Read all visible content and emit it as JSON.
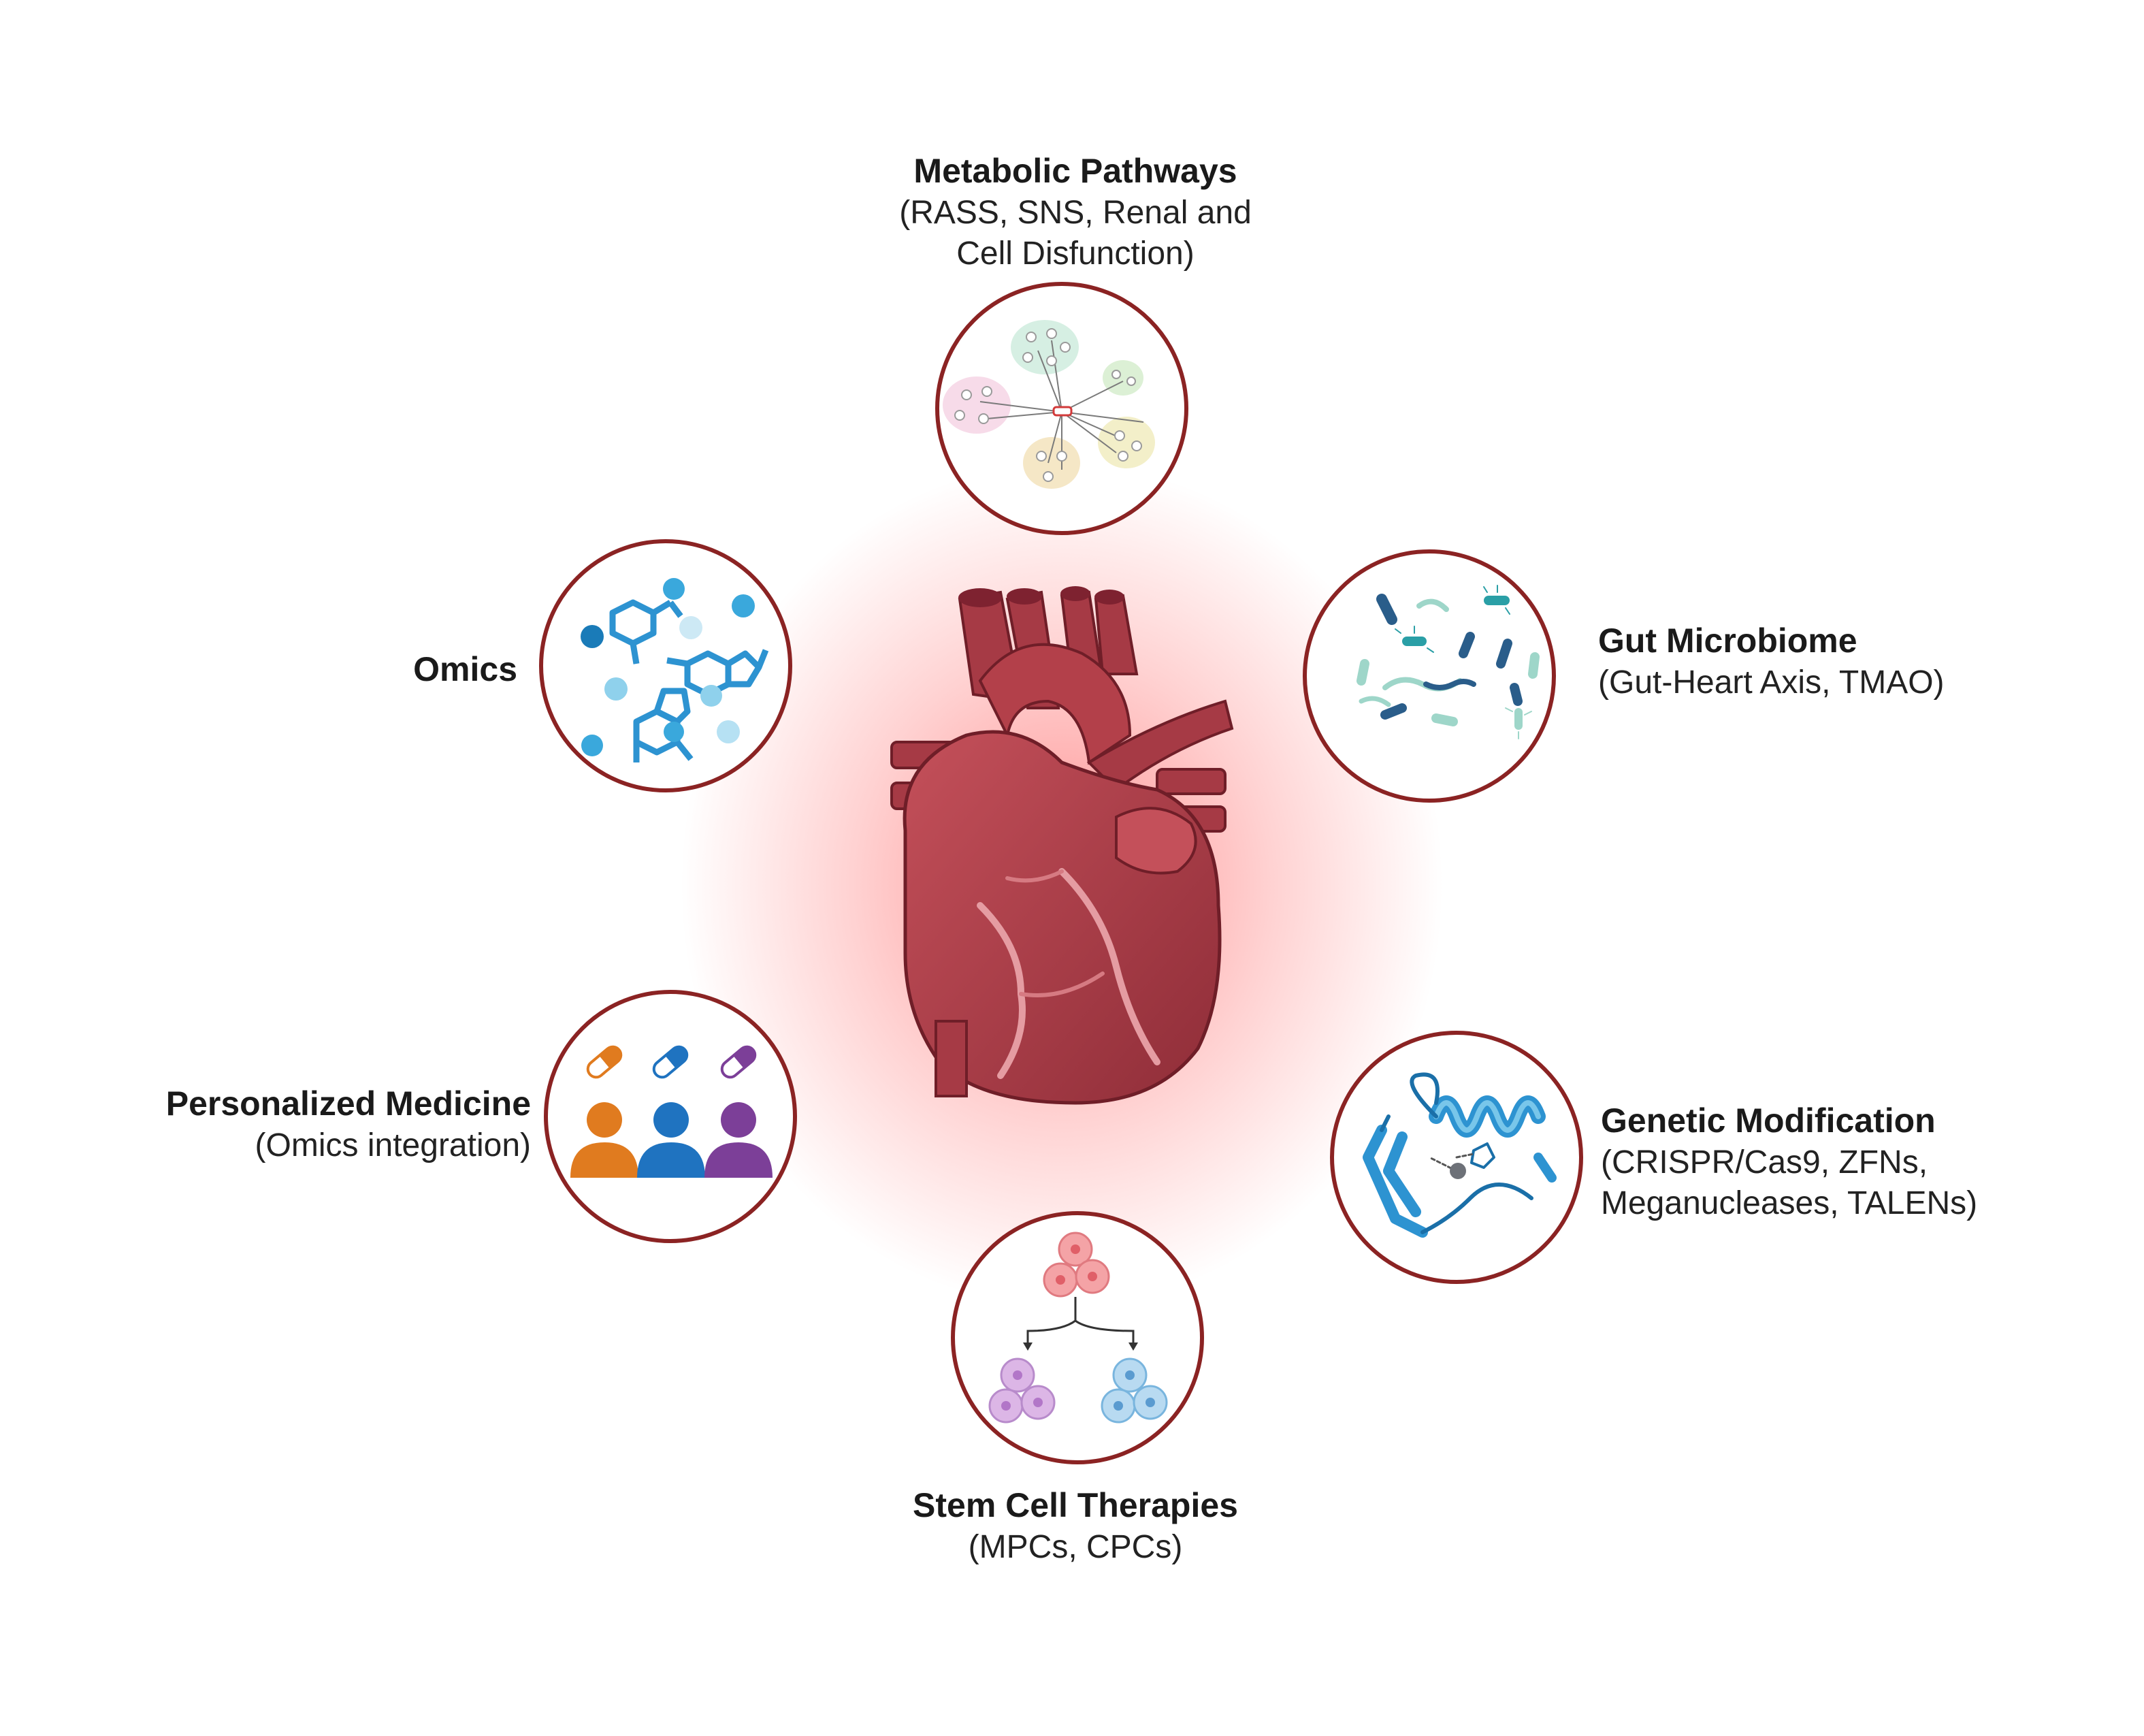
{
  "colors": {
    "ring": "#8b2323",
    "heart": "#b3404a",
    "heart_dark": "#7e2230",
    "glow": "#ff4a4a",
    "omics_blue": "#2d93d1",
    "orange": "#e07b1f",
    "blue": "#1f73c0",
    "purple": "#7c3f98"
  },
  "nodes": {
    "metabolic": {
      "title": "Metabolic Pathways",
      "subtitle_lines": [
        "(RASS, SNS, Renal and",
        "Cell Disfunction)"
      ]
    },
    "gut": {
      "title": "Gut Microbiome",
      "subtitle_lines": [
        "(Gut-Heart Axis, TMAO)"
      ]
    },
    "omics": {
      "title": "Omics",
      "subtitle_lines": []
    },
    "personalized": {
      "title": "Personalized Medicine",
      "subtitle_lines": [
        "(Omics integration)"
      ]
    },
    "genetic": {
      "title": "Genetic Modification",
      "subtitle_lines": [
        "(CRISPR/Cas9, ZFNs,",
        "Meganucleases, TALENs)"
      ]
    },
    "stem": {
      "title": "Stem Cell Therapies",
      "subtitle_lines": [
        "(MPCs, CPCs)"
      ]
    }
  },
  "icons": {
    "center": "heart-icon",
    "metabolic": "pathway-network-icon",
    "gut": "bacteria-icon",
    "omics": "molecule-icon",
    "personalized": "patients-with-pills-icon",
    "genetic": "protein-structure-icon",
    "stem": "stem-cell-differentiation-icon"
  }
}
